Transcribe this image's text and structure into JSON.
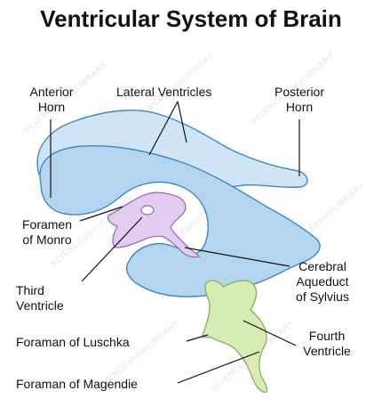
{
  "title": "Ventricular System of Brain",
  "watermark": "SCIENCEphotoLIBRARY",
  "colors": {
    "lateral_ventricle_fill": "#b3d5ef",
    "lateral_ventricle_light": "#cfe5f6",
    "lateral_ventricle_stroke": "#3e86c4",
    "third_ventricle_fill": "#e3ccef",
    "third_ventricle_stroke": "#9a6fb6",
    "fourth_ventricle_fill": "#d7ecb4",
    "fourth_ventricle_stroke": "#86b05a",
    "label_text": "#111111",
    "leader_line": "#111111"
  },
  "labels": {
    "anterior_horn": [
      "Anterior",
      "Horn"
    ],
    "lateral_ventricles": [
      "Lateral Ventricles"
    ],
    "posterior_horn": [
      "Posterior",
      "Horn"
    ],
    "foramen_of_monro": [
      "Foramen",
      "of Monro"
    ],
    "cerebral_aqueduct": [
      "Cerebral",
      "Aqueduct",
      "of Sylvius"
    ],
    "third_ventricle": [
      "Third",
      "Ventricle"
    ],
    "foramen_of_luschka": [
      "Foraman of Luschka"
    ],
    "fourth_ventricle": [
      "Fourth",
      "Ventricle"
    ],
    "foramen_of_magendie": [
      "Foraman of Magendie"
    ]
  }
}
